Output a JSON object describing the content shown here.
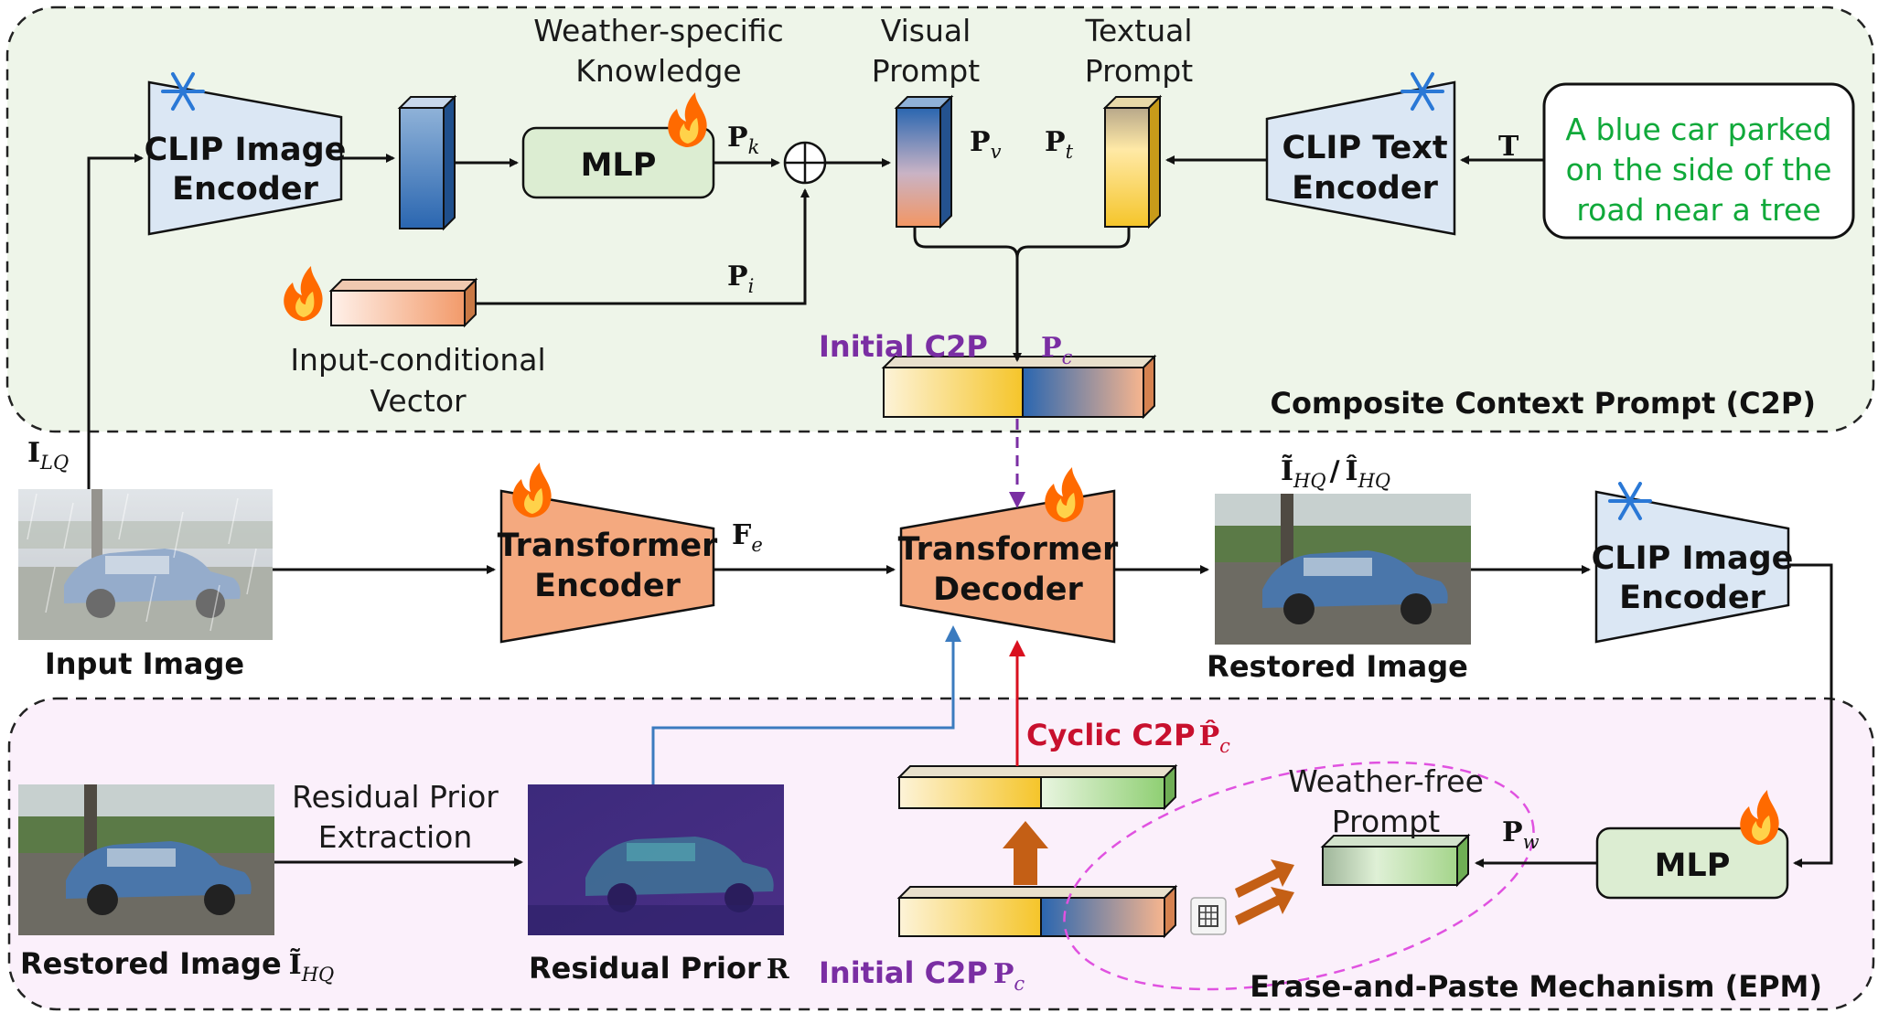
{
  "labels": {
    "weather_knowledge_1": "Weather-specific",
    "weather_knowledge_2": "Knowledge",
    "visual_prompt_1": "Visual",
    "visual_prompt_2": "Prompt",
    "textual_prompt_1": "Textual",
    "textual_prompt_2": "Prompt",
    "clip_image_1": "CLIP Image",
    "clip_image_2": "Encoder",
    "clip_text_1": "CLIP Text",
    "clip_text_2": "Encoder",
    "mlp": "MLP",
    "text_input_1": "A blue car parked",
    "text_input_2": "on the side of the",
    "text_input_3": "road near a tree",
    "input_cond_1": "Input-conditional",
    "input_cond_2": "Vector",
    "initial_c2p": "Initial C2P",
    "c2p_title": "Composite Context Prompt (C2P)",
    "input_image": "Input Image",
    "transformer_1": "Transformer",
    "encoder": "Encoder",
    "decoder": "Decoder",
    "restored_image": "Restored Image",
    "cyclic_c2p": "Cyclic C2P",
    "residual_extraction_1": "Residual Prior",
    "residual_extraction_2": "Extraction",
    "restored_image_bottom": "Restored Image",
    "residual_prior": "Residual Prior",
    "weather_free_1": "Weather-free",
    "weather_free_2": "Prompt",
    "epm_title": "Erase-and-Paste Mechanism (EPM)"
  },
  "math": {
    "P": "P",
    "k": "k",
    "v": "v",
    "t": "t",
    "i": "i",
    "c": "c",
    "w": "w",
    "T": "T",
    "I": "I",
    "LQ": "LQ",
    "F": "F",
    "e": "e",
    "HQ": "HQ",
    "I_tilde": "Ĩ",
    "I_hat": "Î",
    "slash": "/",
    "P_hat": "P̂",
    "R": "R"
  },
  "colors": {
    "c2p_panel": "#eef5e9",
    "epm_panel": "#fbf0fb",
    "clip_fill": "#dbe7f4",
    "mlp_fill": "#dcedd2",
    "transformer_fill": "#f4a97f",
    "arrow_purple": "#7a2ea3",
    "arrow_blue": "#3b7bbf",
    "arrow_red": "#d9101f",
    "arrow_orange": "#c45f15",
    "ellipse_magenta": "#e052e0",
    "text_green": "#10a93a"
  },
  "icons": [
    "snowflake-icon",
    "flame-icon",
    "copy-icon"
  ]
}
